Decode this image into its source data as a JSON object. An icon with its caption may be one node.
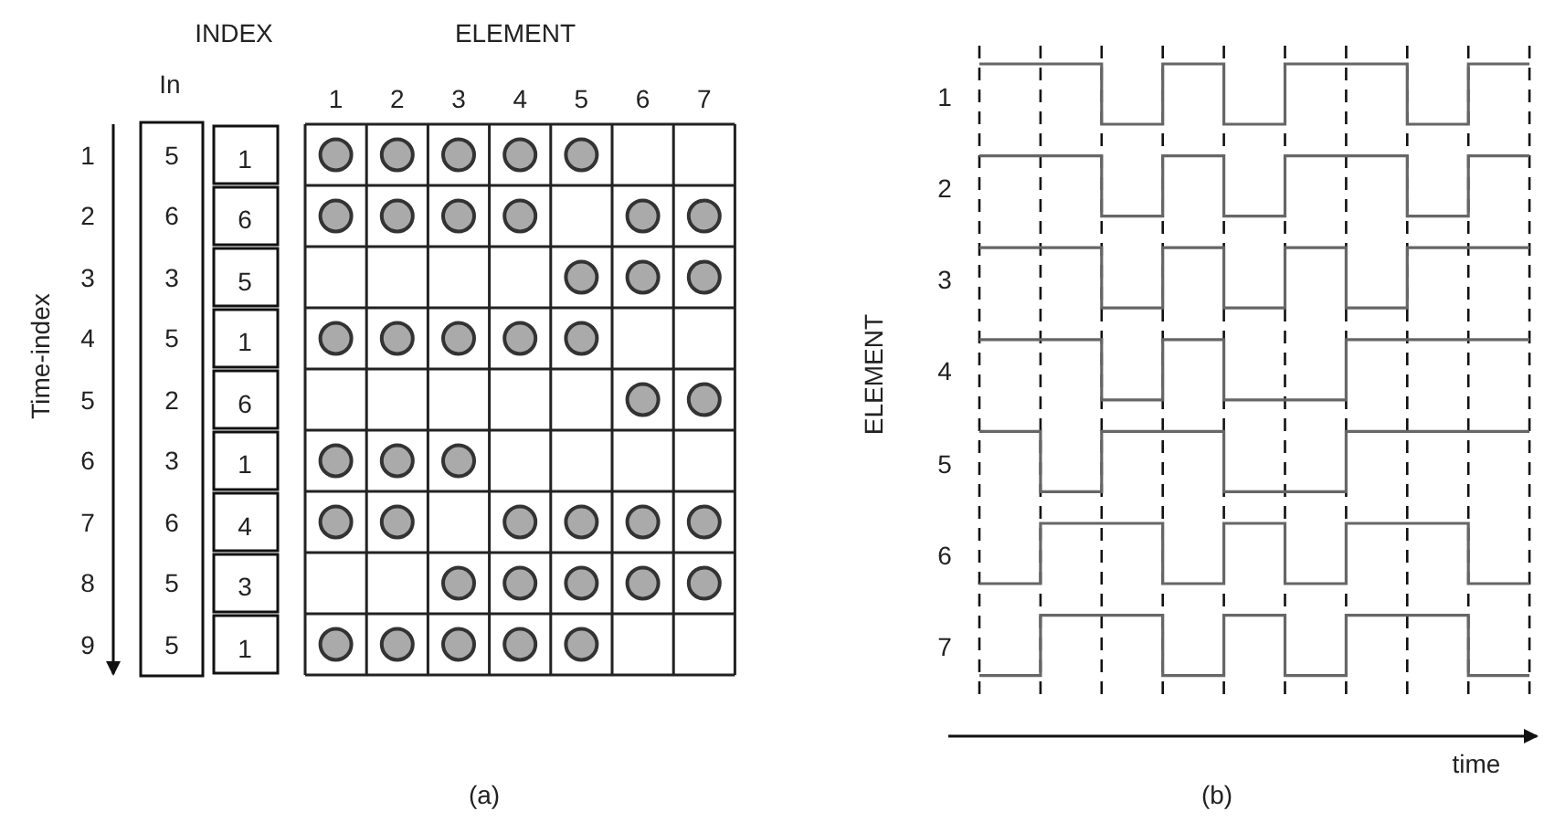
{
  "diagram": {
    "labels": [
      "INDEX",
      "ELEMENT",
      "In",
      "1",
      "2",
      "3",
      "4",
      "5",
      "6",
      "7",
      "1",
      "5",
      "1",
      "2",
      "6",
      "6",
      "3",
      "3",
      "5",
      "4",
      "5",
      "1",
      "5",
      "2",
      "6",
      "6",
      "3",
      "1",
      "7",
      "6",
      "4",
      "8",
      "5",
      "3",
      "9",
      "5",
      "1",
      "Time-index",
      "(a)",
      "ELEMENT",
      "1",
      "2",
      "3",
      "4",
      "5",
      "6",
      "7",
      "time",
      "(b)"
    ]
  }
}
